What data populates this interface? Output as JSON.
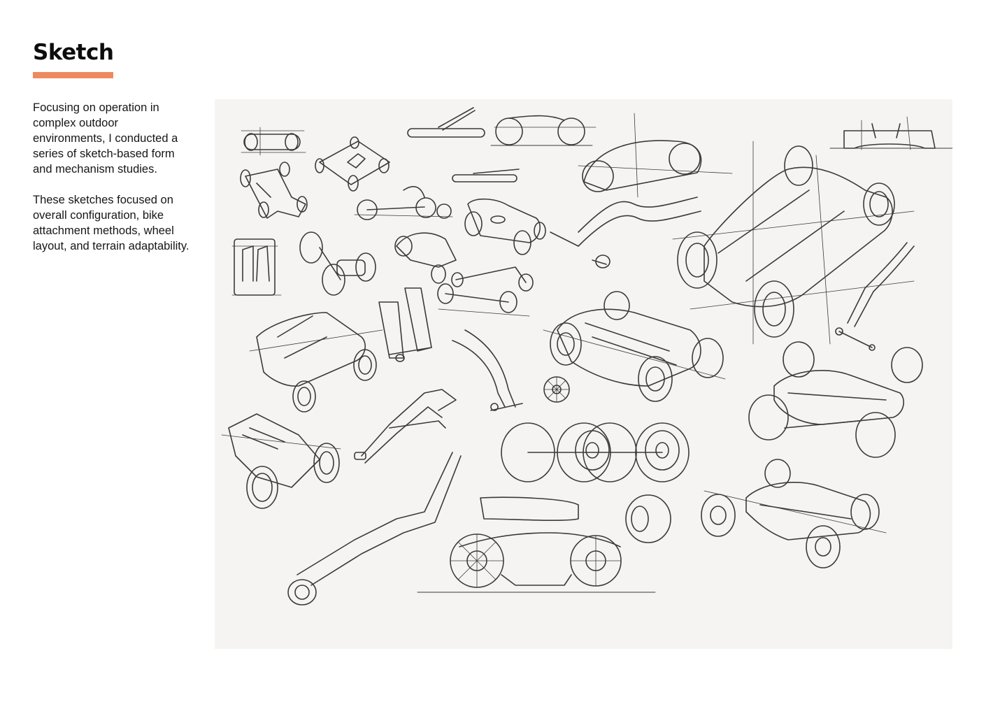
{
  "page": {
    "title": "Sketch",
    "accent_color": "#ee8a5f",
    "paragraphs": [
      "Focusing on operation in complex outdoor environments, I conducted a series of sketch-based form and mechanism studies.",
      "These sketches focused on overall configuration, bike attachment methods, wheel layout, and terrain adaptability."
    ]
  },
  "sketch": {
    "background_color": "#f5f4f2",
    "stroke_color": "#3a3a3a",
    "icon": "hand-drawn-vehicle-sketches-image"
  }
}
